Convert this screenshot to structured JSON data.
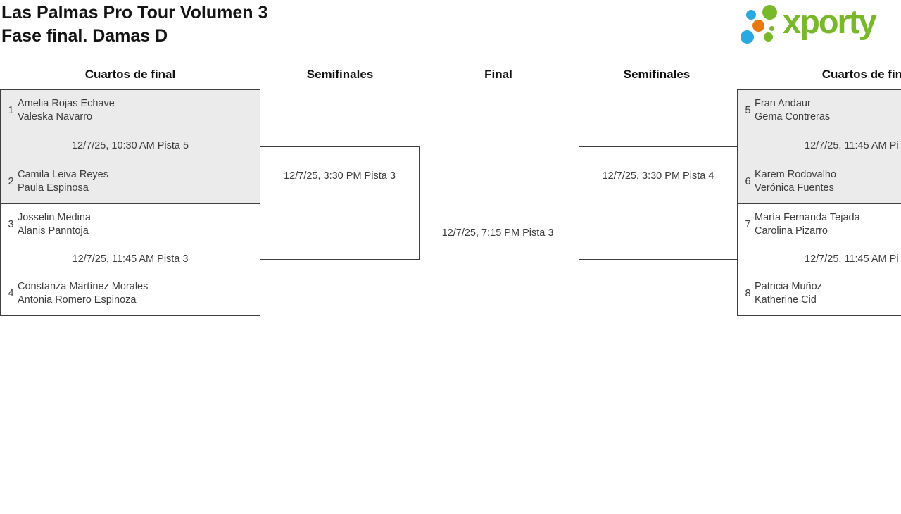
{
  "page": {
    "title_line1": "Las Palmas Pro Tour Volumen 3",
    "title_line2": "Fase final. Damas D"
  },
  "logo": {
    "text": "xporty",
    "colors": {
      "green": "#79b829",
      "blue": "#29a9e1",
      "orange": "#e8790f"
    }
  },
  "columns": [
    "Cuartos de final",
    "Semifinales",
    "Final",
    "Semifinales",
    "Cuartos de final"
  ],
  "matches": {
    "qf_left_top": {
      "schedule": "12/7/25, 10:30 AM Pista 5",
      "team1": {
        "seed": "1",
        "player1": "Amelia Rojas Echave",
        "player2": "Valeska Navarro"
      },
      "team2": {
        "seed": "2",
        "player1": "Camila Leiva Reyes",
        "player2": "Paula Espinosa"
      }
    },
    "qf_left_bottom": {
      "schedule": "12/7/25, 11:45 AM Pista 3",
      "team1": {
        "seed": "3",
        "player1": "Josselin Medina",
        "player2": "Alanis Panntoja"
      },
      "team2": {
        "seed": "4",
        "player1": "Constanza Martínez Morales",
        "player2": "Antonia Romero Espinoza"
      }
    },
    "sf_left": {
      "schedule": "12/7/25, 3:30 PM Pista 3"
    },
    "final": {
      "schedule": "12/7/25, 7:15 PM Pista 3"
    },
    "sf_right": {
      "schedule": "12/7/25, 3:30 PM Pista 4"
    },
    "qf_right_top": {
      "schedule": "12/7/25, 11:45 AM Pi",
      "team1": {
        "seed": "5",
        "player1": "Fran Andaur",
        "player2": "Gema Contreras"
      },
      "team2": {
        "seed": "6",
        "player1": "Karem Rodovalho",
        "player2": "Verónica Fuentes"
      }
    },
    "qf_right_bottom": {
      "schedule": "12/7/25, 11:45 AM Pi",
      "team1": {
        "seed": "7",
        "player1": "María Fernanda Tejada",
        "player2": "Carolina Pizarro"
      },
      "team2": {
        "seed": "8",
        "player1": "Patricia Muñoz",
        "player2": "Katherine Cid"
      }
    }
  },
  "colors": {
    "box_gray": "#ecebeb",
    "border": "#3f3f3f",
    "text": "#3c3c3c"
  }
}
